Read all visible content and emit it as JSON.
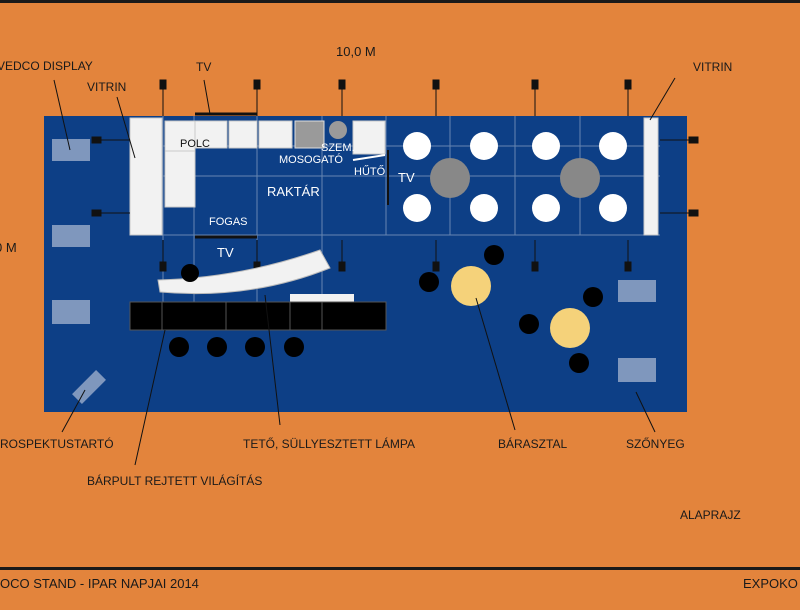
{
  "dimensions": {
    "width_label": "10,0 M",
    "height_label": "0 M"
  },
  "callouts": {
    "display": "VEDCO DISPLAY",
    "vitrin_left": "VITRIN",
    "vitrin_right": "VITRIN",
    "tv_top": "TV",
    "prospektustarto": "ROSPEKTUSTARTÓ",
    "bar_lighting": "BÁRPULT REJTETT VILÁGÍTÁS",
    "roof_lamp": "TETŐ, SÜLLYESZTETT LÁMPA",
    "bar_table": "BÁRASZTAL",
    "carpet": "SZŐNYEG"
  },
  "rooms": {
    "polc": "POLC",
    "szem": "SZEM.",
    "mosogato": "MOSOGATÓ",
    "huto": "HŰTŐ",
    "raktar": "RAKTÁR",
    "fogas": "FOGAS",
    "tv_inner": "TV",
    "tv_right": "TV"
  },
  "footer": {
    "plan_label": "ALAPRAJZ",
    "title": "OCO STAND - IPAR NAPJAI 2014",
    "company": "EXPOKO"
  },
  "colors": {
    "background": "#E3843C",
    "floor": "#0D3F86",
    "furniture": "#F2F2F2",
    "table": "#F5D27A"
  }
}
